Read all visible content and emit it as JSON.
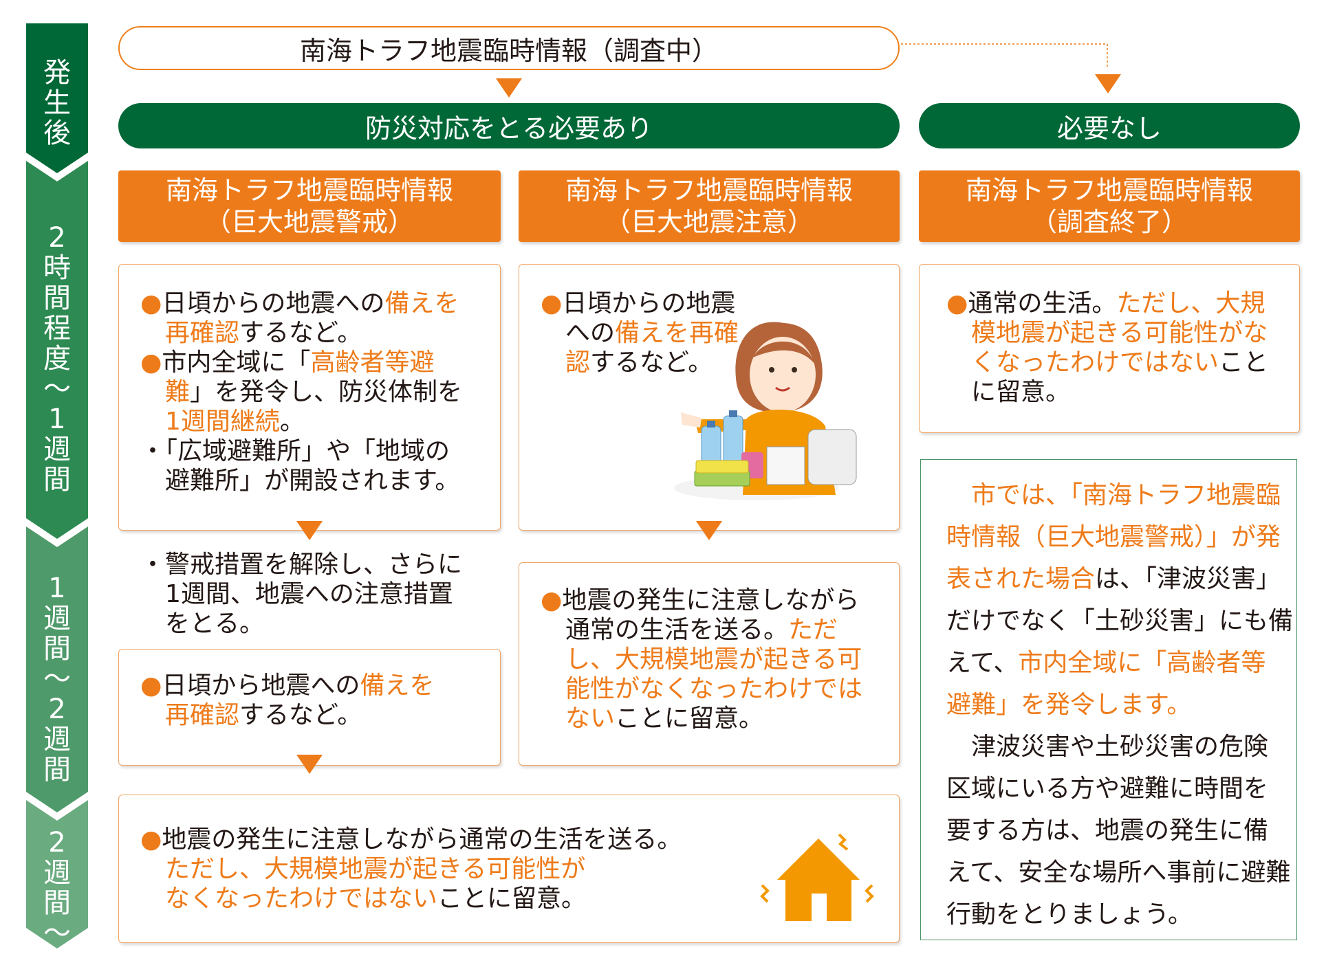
{
  "timeline": [
    {
      "label": [
        "発",
        "生",
        "後"
      ],
      "color": "#006837"
    },
    {
      "label": [
        "2",
        "時",
        "間",
        "程",
        "度",
        "〜",
        "1",
        "週",
        "間"
      ],
      "color": "#2d8a52"
    },
    {
      "label": [
        "1",
        "週",
        "間",
        "〜",
        "2",
        "週",
        "間"
      ],
      "color": "#4f9a6a"
    },
    {
      "label": [
        "2",
        "週",
        "間",
        "〜"
      ],
      "color": "#6aab80"
    }
  ],
  "header": {
    "investigating": "南海トラフ地震臨時情報（調査中）",
    "needed": "防災対応をとる必要あり",
    "not_needed": "必要なし"
  },
  "columns": {
    "warning": {
      "title_1": "南海トラフ地震臨時情報",
      "title_2": "（巨大地震警戒）"
    },
    "caution": {
      "title_1": "南海トラフ地震臨時情報",
      "title_2": "（巨大地震注意）"
    },
    "ended": {
      "title_1": "南海トラフ地震臨時情報",
      "title_2": "（調査終了）"
    }
  },
  "warning_box": {
    "b1_pre": "日頃からの地震への",
    "b1_hl": "備えを",
    "b1_hl2": "再確認",
    "b1_post": "するなど。",
    "b2_pre": "市内全域に「",
    "b2_hl": "高齢者等避",
    "b2_hl2": "難",
    "b2_mid": "」を発令し、防災体制を",
    "b2_hl3": "1週間継続",
    "b2_post": "。",
    "sub_1": "・「広域避難所」や「地域の",
    "sub_2": "避難所」が開設されます。"
  },
  "warning_after": {
    "line_1": "・警戒措置を解除し、さらに",
    "line_2": "1週間、地震への注意措置",
    "line_3": "をとる。"
  },
  "warning_box2": {
    "pre": "日頃から地震への",
    "hl": "備えを",
    "hl2": "再確認",
    "post": "するなど。"
  },
  "caution_box": {
    "line_1": "日頃からの地震",
    "line_2_pre": "への",
    "line_2_hl": "備えを再確",
    "line_3_hl": "認",
    "line_3_post": "するなど。"
  },
  "caution_box2": {
    "line_1": "地震の発生に注意しながら",
    "line_2_pre": "通常の生活を送る。",
    "line_2_hl": "ただ",
    "line_3_hl": "し、大規模地震が起きる可",
    "line_4_hl": "能性がなくなったわけでは",
    "line_5_hl": "ない",
    "line_5_post": "ことに留意。"
  },
  "bottom_box": {
    "line_1": "地震の発生に注意しながら通常の生活を送る。",
    "line_2_hl": "ただし、大規模地震が起きる可能性が",
    "line_3_hl": "なくなったわけではない",
    "line_3_post": "ことに留意。"
  },
  "ended_box": {
    "line_1_pre": "通常の生活。",
    "line_1_hl": "ただし、大規",
    "line_2_hl": "模地震が起きる可能性がな",
    "line_3_hl": "くなったわけではない",
    "line_3_post": "こと",
    "line_4": "に留意。"
  },
  "city_note": {
    "l1_hl": "市では、「南海トラフ地震臨",
    "l2_hl": "時情報（巨大地震警戒）」が発",
    "l3_hl": "表された場合",
    "l3_post": "は、「津波災害」",
    "l4": "だけでなく「土砂災害」にも備",
    "l5_pre": "えて、",
    "l5_hl": "市内全域に「高齢者等",
    "l6_hl": "避難」を発令します。",
    "l7": "津波災害や土砂災害の危険",
    "l8": "区域にいる方や避難に時間を",
    "l9": "要する方は、地震の発生に備",
    "l10": "えて、安全な場所へ事前に避難",
    "l11": "行動をとりましょう。"
  },
  "colors": {
    "orange": "#ee7b1a",
    "green": "#006837",
    "house": "#f39800"
  }
}
